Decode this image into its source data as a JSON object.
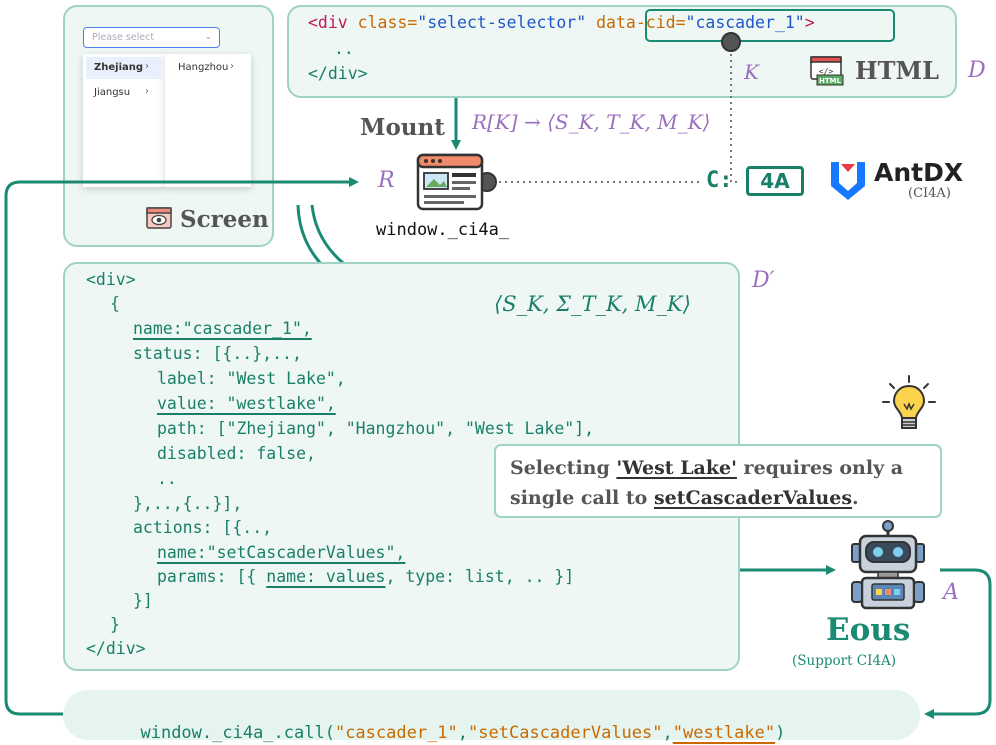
{
  "screen_panel": {
    "select_placeholder": "Please select",
    "col1": [
      "Zhejiang",
      "Jiangsu"
    ],
    "col2": [
      "Hangzhou"
    ],
    "label": "Screen"
  },
  "html_panel": {
    "line1_open": "<div ",
    "line1_attr1": "class=",
    "line1_val1": "\"select-selector\"",
    "line1_attr2": "data-cid=",
    "line1_val2": "\"cascader_1\"",
    "line1_close": ">",
    "line2": "..",
    "line3": "</div>",
    "label": "HTML",
    "symbol": "D",
    "k_symbol": "K"
  },
  "mount": {
    "label": "Mount",
    "mapping": "R[K] → ⟨S_K, T_K, M_K⟩",
    "r_symbol": "R",
    "window_label": "window._ci4a_"
  },
  "brand": {
    "c4a_prefix": "C:",
    "c4a_box": "4A",
    "antdx_name": "AntDX",
    "antdx_sub": "(CI4A)"
  },
  "data_panel": {
    "symbol": "D′",
    "tuple": "⟨S_K, Σ_T_K, M_K⟩",
    "lines": {
      "l1": "<div>",
      "l2": "{",
      "l3": "name:\"cascader_1\",",
      "l4": "status: [{..},..,",
      "l5": "label: \"West Lake\",",
      "l6": "value: \"westlake\",",
      "l7": "path: [\"Zhejiang\", \"Hangzhou\", \"West Lake\"],",
      "l8": "disabled: false,",
      "l9": "..",
      "l10": "},..,{..}],",
      "l11": "actions: [{..,",
      "l12": "name:\"setCascaderValues\",",
      "l13a": "params: [{ ",
      "l13b": "name: values",
      "l13c": ", type: list, .. }]",
      "l14": "}]",
      "l15": "}",
      "l16": "</div>"
    }
  },
  "tip": {
    "t1": "Selecting ",
    "t2": "'West Lake'",
    "t3": " requires only a",
    "t4": "single call to ",
    "t5": "setCascaderValues",
    "t6": "."
  },
  "agent": {
    "name": "Eous",
    "sub": "(Support CI4A)",
    "symbol": "A"
  },
  "call": {
    "prefix": "window._ci4a_.call(",
    "arg1": "\"cascader_1\"",
    "comma1": ",",
    "arg2": "\"setCascaderValues\"",
    "comma2": ",",
    "arg3": "\"westlake\"",
    "suffix": ")"
  },
  "colors": {
    "teal": "#1a8a72",
    "panel_bg": "#eef7f4",
    "panel_border": "#9fd3c5",
    "purple": "#9b6fc0",
    "keyword": "#c0185a",
    "attribute": "#c96a00",
    "string": "#1f56c9"
  }
}
